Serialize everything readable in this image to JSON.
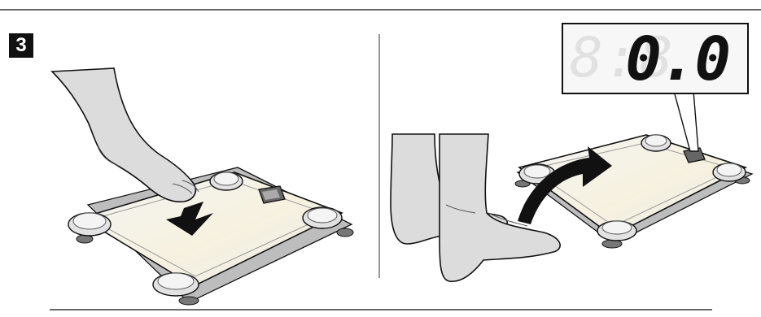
{
  "step": {
    "number": "3"
  },
  "display": {
    "value": "0.0",
    "ghost_digits": "8:8"
  },
  "icons": [
    "foot-icon",
    "feet-icon",
    "bathroom-scale-icon",
    "arrow-down-icon",
    "arrow-curved-icon",
    "lcd-display-icon"
  ],
  "colors": {
    "skin": "#dcdcdc",
    "outline": "#111111",
    "scale_glass": "#eeeeee",
    "background": "#ffffff"
  }
}
